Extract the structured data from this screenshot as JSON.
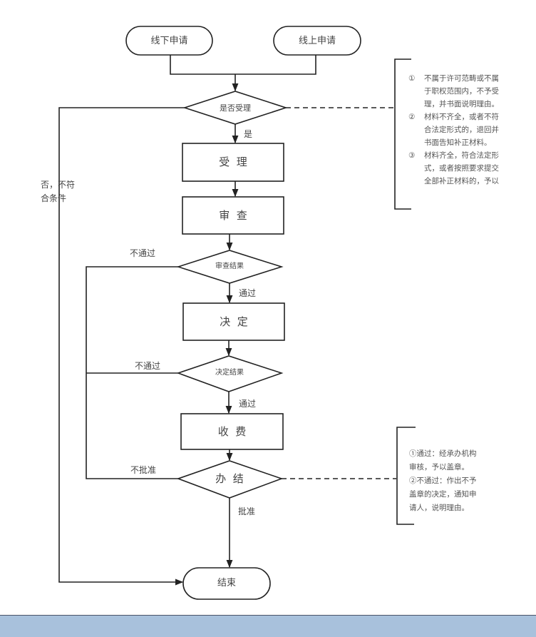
{
  "flowchart": {
    "nodes": {
      "offline_apply": "线下申请",
      "online_apply": "线上申请",
      "accept_decision": "是否受理",
      "accept": "受  理",
      "review": "审  查",
      "review_result": "审查结果",
      "decide": "决  定",
      "decision_result": "决定结果",
      "charge": "收  费",
      "complete": "办  结",
      "end": "结束"
    },
    "edge_labels": {
      "yes": "是",
      "no_line1": "否，不符",
      "no_line2": "合条件",
      "review_fail": "不通过",
      "review_pass": "通过",
      "decision_fail": "不通过",
      "decision_pass": "通过",
      "not_approved": "不批准",
      "approved": "批准"
    },
    "accept_notes": [
      {
        "num": "①",
        "lines": [
          "不属于许可范畴或不属",
          "于职权范围内，不予受",
          "理，并书面说明理由。"
        ]
      },
      {
        "num": "②",
        "lines": [
          "材料不齐全，或者不符",
          "合法定形式的，退回并",
          "书面告知补正材料。"
        ]
      },
      {
        "num": "③",
        "lines": [
          "材料齐全，符合法定形",
          "式，或者按照要求提交",
          "全部补正材料的，予以"
        ]
      }
    ],
    "complete_notes": [
      "①通过：经承办机构",
      "审核，予以盖章。",
      "②不通过：作出不予",
      "盖章的决定，通知申",
      "请人，说明理由。"
    ]
  },
  "colors": {
    "line": "#222222",
    "bottom_bar": "#a8c1dc"
  }
}
